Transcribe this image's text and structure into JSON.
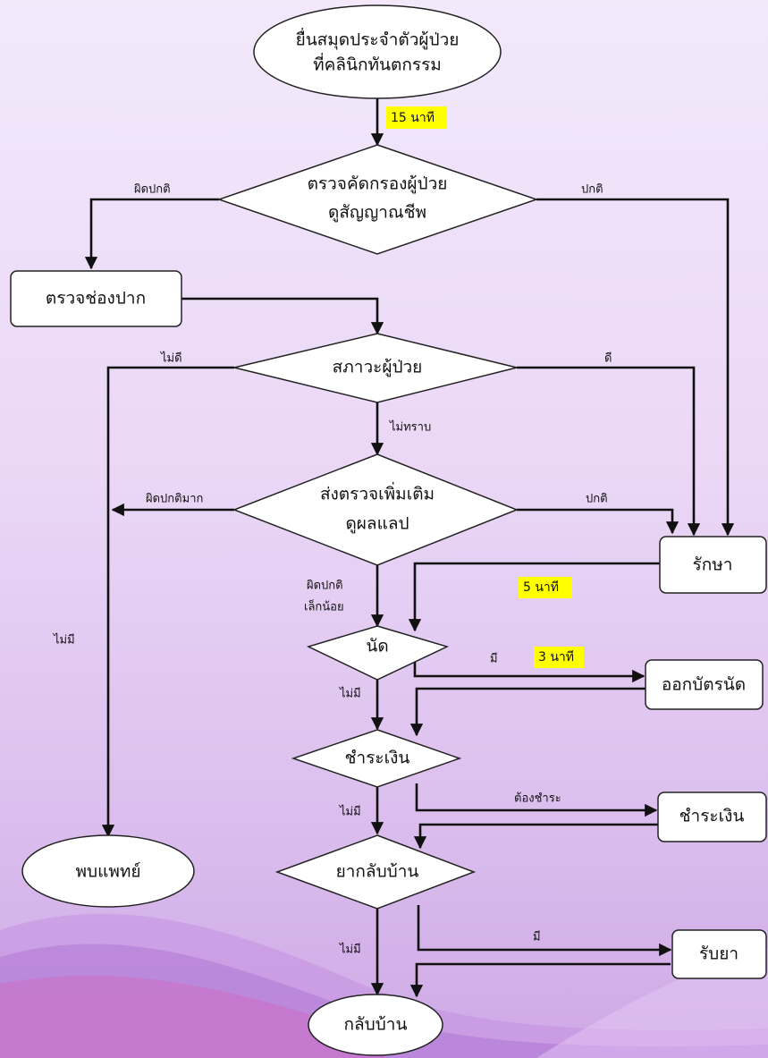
{
  "nodes": {
    "start": [
      "ยื่นสมุดประจำตัวผู้ป่วย",
      "ที่คลินิกทันตกรรม"
    ],
    "screening": [
      "ตรวจคัดกรองผู้ป่วย",
      "ดูสัญญาณชีพ"
    ],
    "oral_exam": [
      "ตรวจช่องปาก"
    ],
    "patient_condition": [
      "สภาวะผู้ป่วย"
    ],
    "extra_exam": [
      "ส่งตรวจเพิ่มเติม",
      "ดูผลแลป"
    ],
    "treat": [
      "รักษา"
    ],
    "appointment": [
      "นัด"
    ],
    "issue_card": [
      "ออกบัตรนัด"
    ],
    "payment_decision": [
      "ชำระเงิน"
    ],
    "payment": [
      "ชำระเงิน"
    ],
    "medicine_decision": [
      "ยากลับบ้าน"
    ],
    "receive_medicine": [
      "รับยา"
    ],
    "see_doctor": [
      "พบแพทย์"
    ],
    "go_home": [
      "กลับบ้าน"
    ]
  },
  "edges": {
    "screen_abnormal": "ผิดปกติ",
    "screen_normal": "ปกติ",
    "cond_bad": "ไม่ดี",
    "cond_good": "ดี",
    "cond_unknown": "ไม่ทราบ",
    "lab_very_abnormal": "ผิดปกติมาก",
    "lab_normal": "ปกติ",
    "lab_slight_1": "ผิดปกติ",
    "lab_slight_2": "เล็กน้อย",
    "none_left": "ไม่มี",
    "appt_yes": "มี",
    "appt_no": "ไม่มี",
    "pay_required": "ต้องชำระ",
    "pay_no": "ไม่มี",
    "med_yes": "มี",
    "med_no": "ไม่มี"
  },
  "times": {
    "t15": "15 นาที",
    "t5": "5 นาที",
    "t3": "3 นาที"
  },
  "colors": {
    "highlight": "#ffff00",
    "line": "#111111",
    "shape_fill": "#ffffff"
  }
}
